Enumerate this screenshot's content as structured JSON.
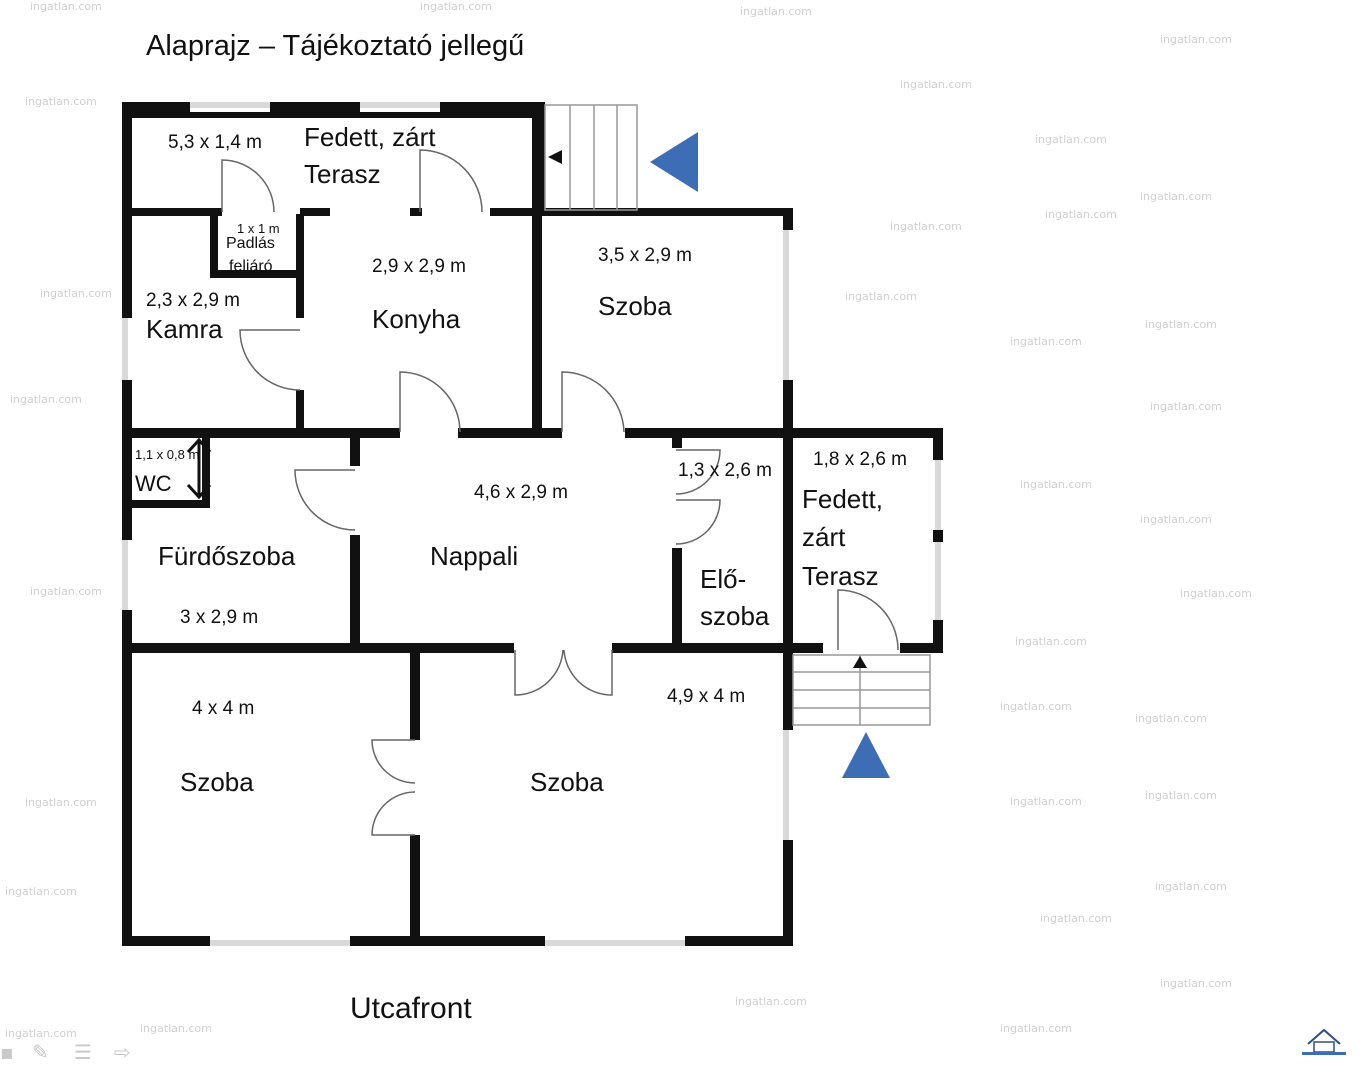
{
  "title": "Alaprajz – Tájékoztató jellegű",
  "street_label": "Utcafront",
  "watermark": "ingatlan.com",
  "rooms": {
    "terrace_top_dim": "5,3 x 1,4 m",
    "terrace_top_name_1": "Fedett, zárt",
    "terrace_top_name_2": "Terasz",
    "attic_dim": "1 x 1 m",
    "attic_name_1": "Padlás",
    "attic_name_2": "feljáró",
    "pantry_dim": "2,3 x 2,9 m",
    "pantry_name": "Kamra",
    "kitchen_dim": "2,9 x 2,9 m",
    "kitchen_name": "Konyha",
    "room_ne_dim": "3,5 x 2,9 m",
    "room_ne_name": "Szoba",
    "wc_dim": "1,1 x 0,8 m",
    "wc_name": "WC",
    "bath_name": "Fürdőszoba",
    "bath_dim": "3 x 2,9 m",
    "living_dim": "4,6 x 2,9 m",
    "living_name": "Nappali",
    "hall_dim": "1,3 x 2,6 m",
    "hall_name_1": "Elő-",
    "hall_name_2": "szoba",
    "terrace_side_dim": "1,8 x 2,6 m",
    "terrace_side_name_1": "Fedett,",
    "terrace_side_name_2": "zárt",
    "terrace_side_name_3": "Terasz",
    "room_sw_dim": "4 x 4 m",
    "room_sw_name": "Szoba",
    "room_se_dim": "4,9 x  4 m",
    "room_se_name": "Szoba"
  },
  "colors": {
    "wall": "#111111",
    "arrow": "#3d6eb5",
    "door": "#555555",
    "window": "#bbbbbb",
    "watermark": "#d0d0d0"
  }
}
